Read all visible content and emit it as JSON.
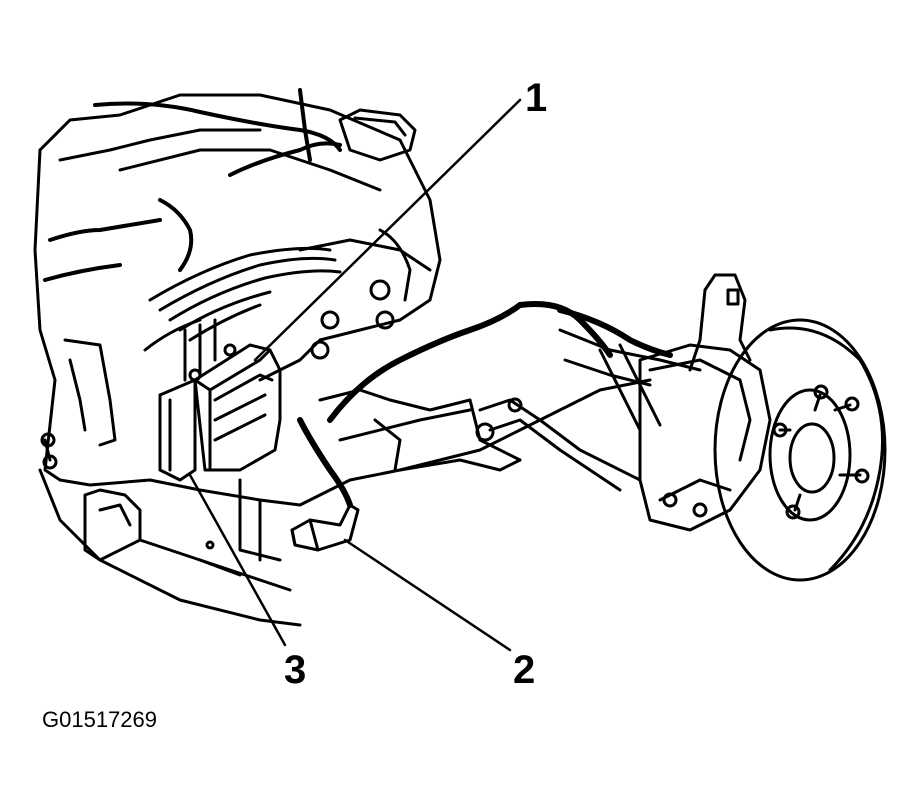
{
  "callouts": {
    "one": "1",
    "two": "2",
    "three": "3"
  },
  "figure_id": "G01517269"
}
